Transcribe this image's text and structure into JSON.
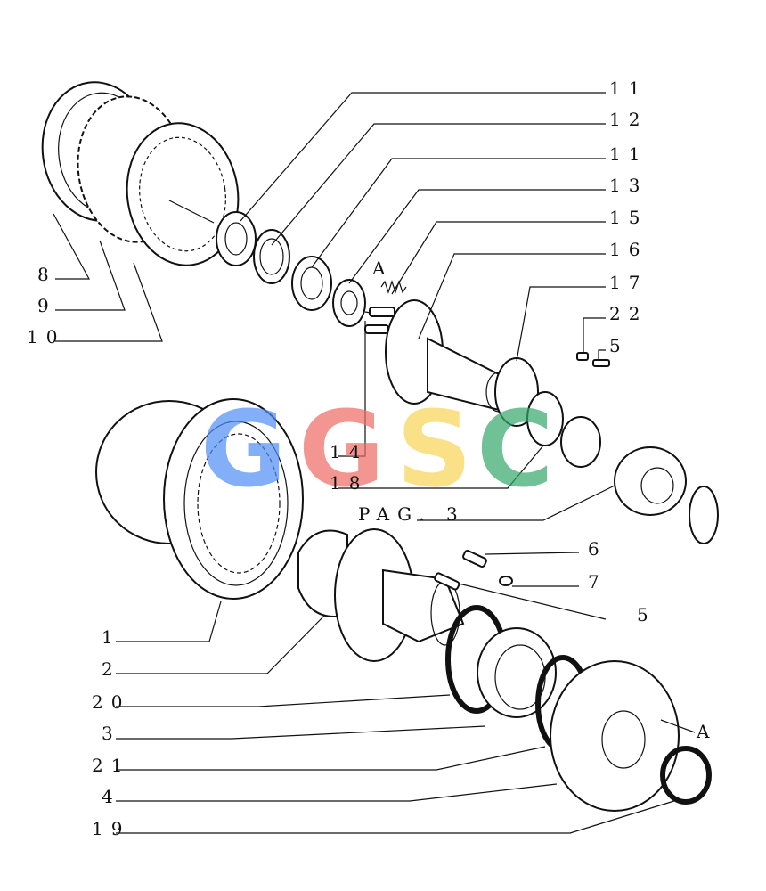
{
  "callouts": {
    "c11a": "11",
    "c12": "12",
    "c11b": "11",
    "c13": "13",
    "c15": "15",
    "c16": "16",
    "c17": "17",
    "c22": "22",
    "c5a": "5",
    "c8": "8",
    "c9": "9",
    "c10": "10",
    "cA1": "A",
    "c14": "14",
    "c18": "18",
    "pag": "PAG. 3",
    "c6": "6",
    "c7": "7",
    "c5b": "5",
    "c1": "1",
    "c2": "2",
    "c20": "20",
    "c3": "3",
    "c21": "21",
    "c4": "4",
    "c19": "19",
    "cA2": "A"
  },
  "watermark": {
    "letters": [
      "G",
      "G",
      "S",
      "C"
    ],
    "colors": [
      "#4f8ef7",
      "#ee6b63",
      "#f8d354",
      "#36a86a"
    ]
  }
}
